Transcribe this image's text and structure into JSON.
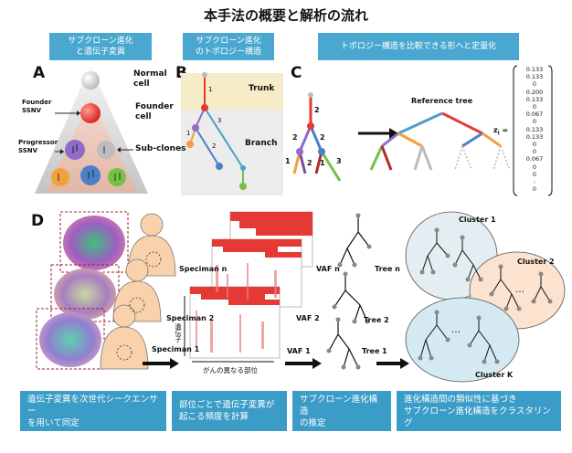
{
  "title": "本手法の概要と解析の流れ",
  "headers": {
    "a": "サブクローン進化\nと遺伝子変異",
    "b": "サブクローン進化\nのトポロジー構造",
    "c": "トポロジー構造を比較できる形へと定量化"
  },
  "panels": {
    "a": "A",
    "b": "B",
    "c": "C",
    "d": "D"
  },
  "panel_a": {
    "normal_cell": "Normal\ncell",
    "founder_ssnv": "Founder\nSSNV",
    "founder_cell": "Founder\ncell",
    "progressor_ssnv": "Progressor\nSSNV",
    "sub_clones": "Sub-clones"
  },
  "panel_b": {
    "trunk": "Trunk",
    "branch": "Branch",
    "edge_labels": [
      "1",
      "3",
      "2",
      "1"
    ]
  },
  "panel_c": {
    "reference_tree": "Reference tree",
    "edge_labels": [
      "2",
      "2",
      "2",
      "1",
      "2",
      "3",
      "1"
    ],
    "vector_label": "z",
    "vector_sub": "i",
    "vector_values": [
      "0.133",
      "0.133",
      "0",
      "0.200",
      "0.133",
      "0",
      "0.067",
      "0",
      "0.133",
      "0.133",
      "0",
      "0",
      "0.067",
      "0",
      "0",
      ":",
      "0"
    ]
  },
  "panel_d": {
    "specimens": [
      "Speciman n",
      "Speciman 2",
      "Speciman 1"
    ],
    "vaf": [
      "VAF n",
      "VAF 2",
      "VAF 1"
    ],
    "trees": [
      "Tree n",
      "Tree 2",
      "Tree 1"
    ],
    "clusters": [
      "Cluster 1",
      "Cluster 2",
      "Cluster K"
    ],
    "gene_axis": "遺伝子",
    "site_axis": "がんの異なる部位",
    "ellipsis": "…"
  },
  "footers": [
    "遺伝子変異を次世代シークエンサー\nを用いて同定",
    "部位ごとで遺伝子変異が\n起こる頻度を計算",
    "サブクローン進化構造\nの推定",
    "進化構造間の類似性に基づき\nサブクローン進化構造をクラスタリング"
  ],
  "colors": {
    "header": "#4aa8d0",
    "footer": "#3a9cc7",
    "heat_red": "#e53935",
    "trunk_bg": "#f6ecc8",
    "branch_bg": "#ececec",
    "cluster1": "#e4eef2",
    "cluster2": "#fbe3cf",
    "clusterK": "#d4e9f2"
  }
}
